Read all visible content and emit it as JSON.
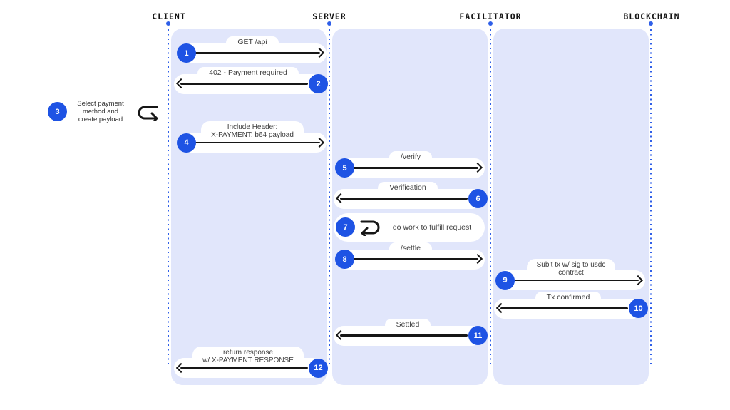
{
  "diagram": {
    "actors": [
      {
        "id": "client",
        "label": "CLIENT"
      },
      {
        "id": "server",
        "label": "SERVER"
      },
      {
        "id": "facilitator",
        "label": "FACILITATOR"
      },
      {
        "id": "blockchain",
        "label": "BLOCKCHAIN"
      }
    ],
    "messages": [
      {
        "num": "1",
        "label": "GET /api",
        "from": "client",
        "to": "server",
        "direction": "right"
      },
      {
        "num": "2",
        "label": "402 - Payment required",
        "from": "server",
        "to": "client",
        "direction": "left"
      },
      {
        "num": "3",
        "label": "Select payment\nmethod and\ncreate payload",
        "from": "client",
        "to": "client",
        "direction": "self"
      },
      {
        "num": "4",
        "label": "Include Header:\nX-PAYMENT: b64 payload",
        "from": "client",
        "to": "server",
        "direction": "right"
      },
      {
        "num": "5",
        "label": "/verify",
        "from": "server",
        "to": "facilitator",
        "direction": "right"
      },
      {
        "num": "6",
        "label": "Verification",
        "from": "facilitator",
        "to": "server",
        "direction": "left"
      },
      {
        "num": "7",
        "label": "do work to fulfill request",
        "from": "server",
        "to": "server",
        "direction": "self"
      },
      {
        "num": "8",
        "label": "/settle",
        "from": "server",
        "to": "facilitator",
        "direction": "right"
      },
      {
        "num": "9",
        "label": "Subit tx w/ sig to usdc\ncontract",
        "from": "facilitator",
        "to": "blockchain",
        "direction": "right"
      },
      {
        "num": "10",
        "label": "Tx confirmed",
        "from": "blockchain",
        "to": "facilitator",
        "direction": "left"
      },
      {
        "num": "11",
        "label": "Settled",
        "from": "facilitator",
        "to": "server",
        "direction": "left"
      },
      {
        "num": "12",
        "label": "return response\nw/ X-PAYMENT RESPONSE",
        "from": "server",
        "to": "client",
        "direction": "left"
      }
    ],
    "colors": {
      "accent_blue": "#1e53e4",
      "lane_fill": "#e1e6fb",
      "lifeline_blue": "#2f5fe8",
      "arrow_black": "#161616"
    }
  }
}
